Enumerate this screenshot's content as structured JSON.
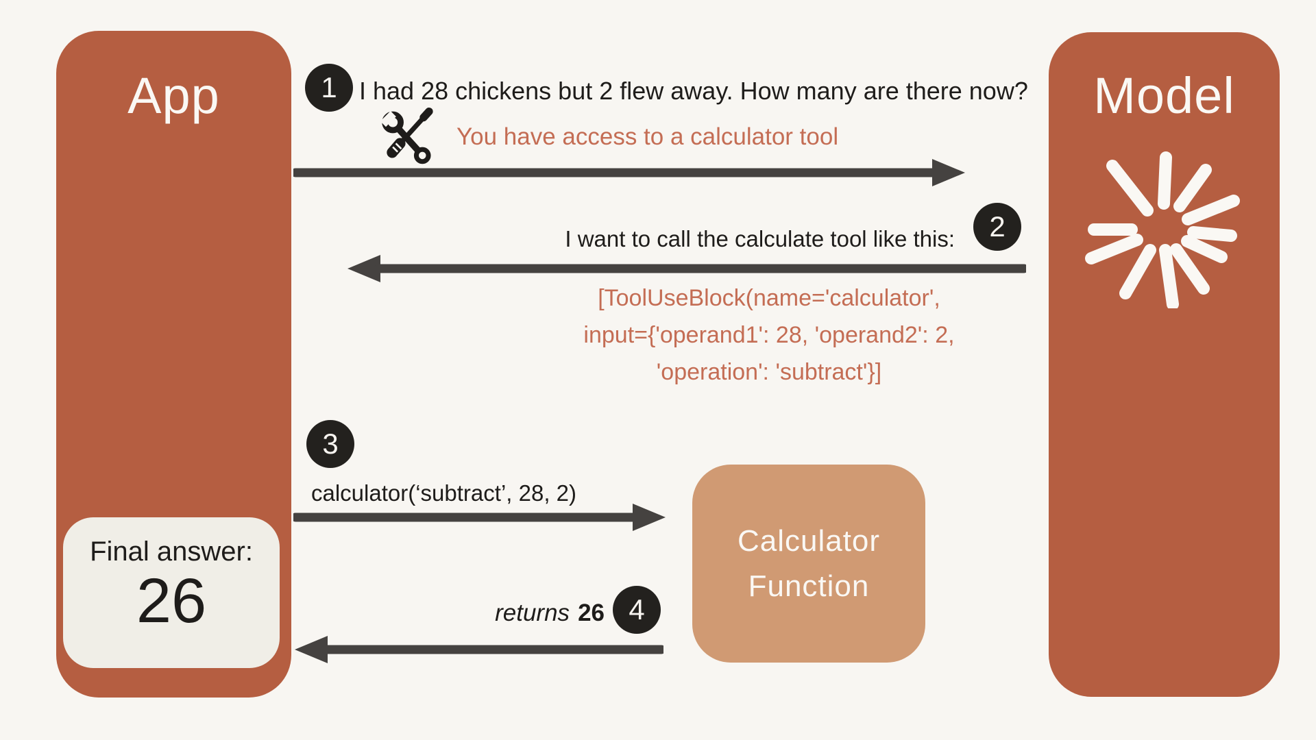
{
  "page": {
    "background": "#f8f6f2"
  },
  "colors": {
    "actor_box": "#b55e41",
    "function_box": "#d09a73",
    "accent_text": "#c46d54",
    "arrow": "#454240",
    "badge": "#23211e",
    "text": "#1e1c1a",
    "final_panel": "#f0eee7"
  },
  "actors": {
    "app": {
      "label": "App"
    },
    "model": {
      "label": "Model"
    },
    "calculator_function": {
      "label_line1": "Calculator",
      "label_line2": "Function"
    }
  },
  "final_answer": {
    "label": "Final answer:",
    "value": "26"
  },
  "steps": {
    "one": {
      "badge": "1",
      "message": "I had 28 chickens but 2 flew away. How many are there now?",
      "note": "You have access to a calculator tool"
    },
    "two": {
      "badge": "2",
      "message": "I want to call the calculate tool like this:",
      "code_line1": "[ToolUseBlock(name='calculator',",
      "code_line2": "input={'operand1': 28, 'operand2': 2,",
      "code_line3": "'operation': 'subtract'}]"
    },
    "three": {
      "badge": "3",
      "message": "calculator(‘subtract’, 28, 2)"
    },
    "four": {
      "badge": "4",
      "message_italic": "returns",
      "message_value": "26"
    }
  }
}
